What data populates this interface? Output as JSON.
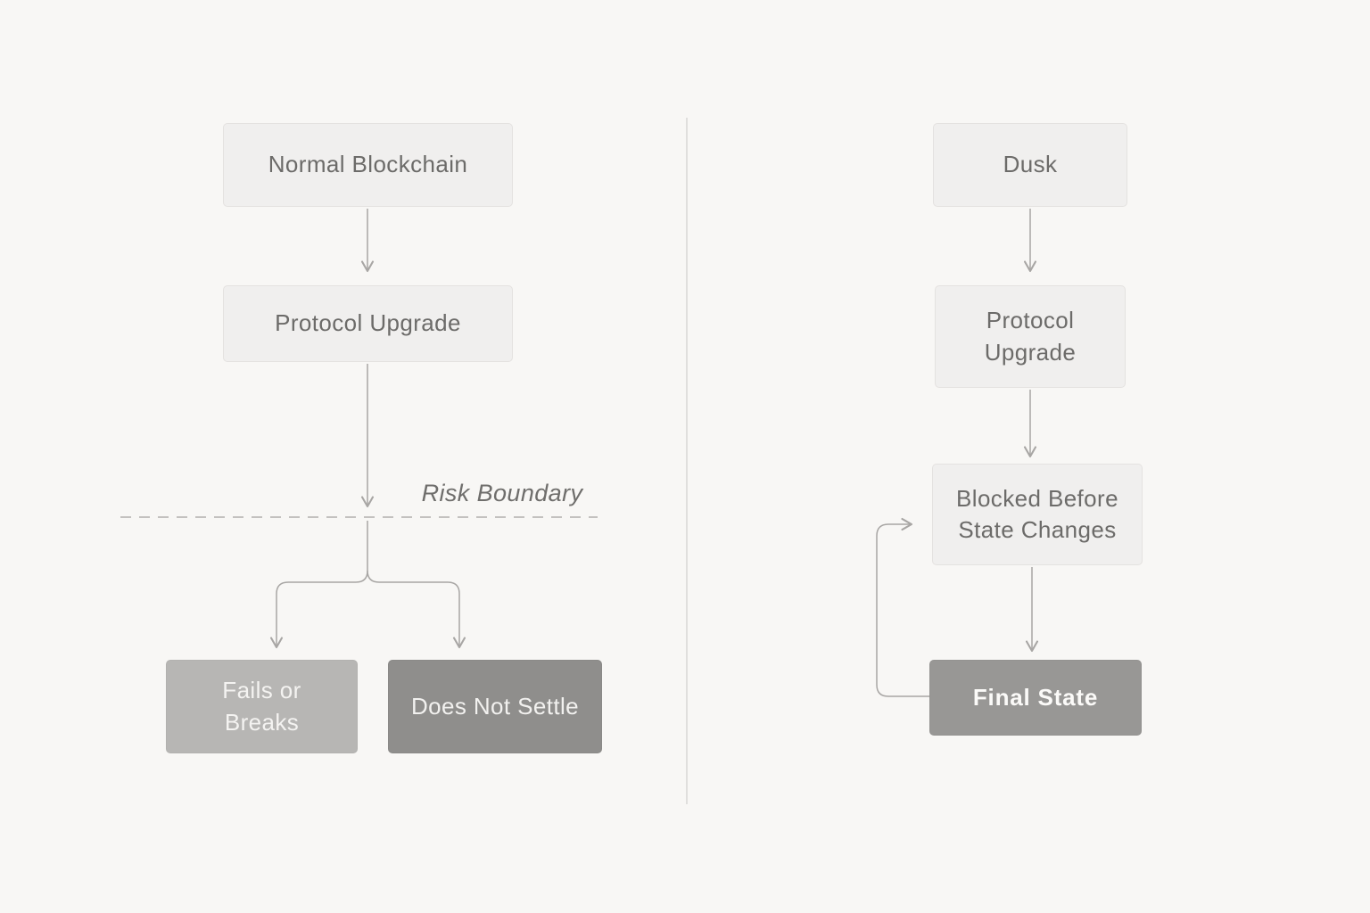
{
  "diagram": {
    "left_flow": {
      "top_box": "Normal Blockchain",
      "upgrade_box": "Protocol Upgrade",
      "boundary_label": "Risk Boundary",
      "outcome_left": "Fails or Breaks",
      "outcome_right": "Does Not Settle"
    },
    "right_flow": {
      "top_box": "Dusk",
      "upgrade_box": "Protocol Upgrade",
      "blocked_box": "Blocked Before State Changes",
      "final_box": "Final State"
    },
    "colors": {
      "background": "#f8f7f5",
      "light_box_bg": "#f0efee",
      "light_box_border": "#e4e2e0",
      "medium_box_bg": "#b7b6b4",
      "dark_box_bg": "#8f8e8c",
      "final_box_bg": "#989795",
      "arrow_stroke": "#a8a6a4",
      "divider_stroke": "#dbd9d7",
      "box_text": "#6c6b69",
      "inverse_text": "#f4f3f1"
    }
  }
}
